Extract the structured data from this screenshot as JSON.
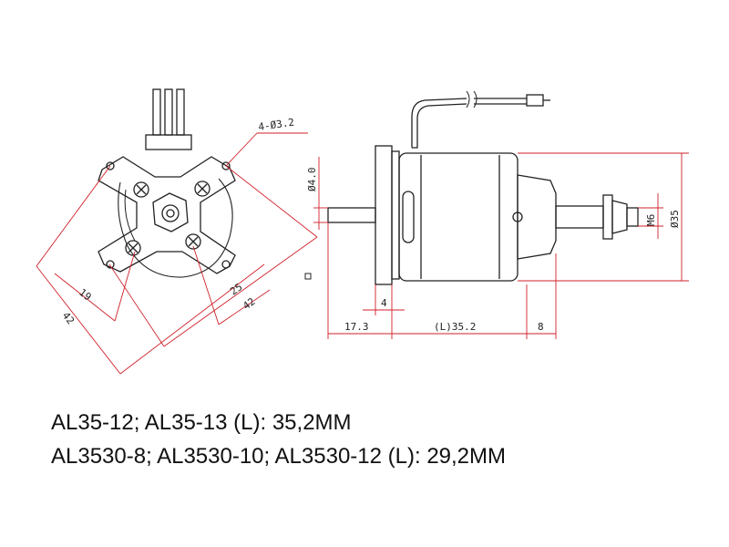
{
  "front_view": {
    "mount_hole_label": "4-Ø3.2",
    "dim_19": "19",
    "dim_25": "25",
    "dim_42_left": "42",
    "dim_42_right": "42"
  },
  "side_view": {
    "shaft_dia_label": "Ø4.0",
    "thread_label": "M6",
    "body_dia_label": "Ø35",
    "flange_thickness_label": "4",
    "shaft_length_label": "17.3",
    "body_length_label": "(L)35.2",
    "prop_adapter_label": "8"
  },
  "captions": {
    "line1": "AL35-12; AL35-13 (L): 35,2MM",
    "line2": "AL3530-8; AL3530-10; AL3530-12 (L): 29,2MM"
  },
  "colors": {
    "outline": "#222222",
    "dimension": "#d0202a"
  }
}
